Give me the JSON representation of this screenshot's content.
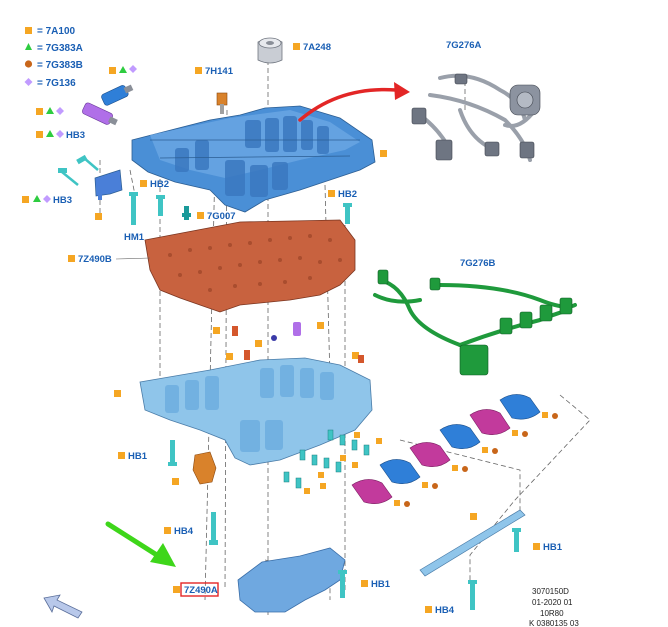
{
  "legend": [
    {
      "symbol": "square",
      "color": "#f5a623",
      "text": "= 7A100"
    },
    {
      "symbol": "triangle",
      "color": "#2ecc40",
      "text": "= 7G383A"
    },
    {
      "symbol": "circle",
      "color": "#c8661a",
      "text": "= 7G383B"
    },
    {
      "symbol": "diamond",
      "color": "#c19bff",
      "text": "= 7G136"
    }
  ],
  "labels": {
    "a248": "7A248",
    "h141": "7H141",
    "g276a": "7G276A",
    "hb3_top": "HB3",
    "hb3_bot": "HB3",
    "hb2_left": "HB2",
    "hb2_right": "HB2",
    "hm1": "HM1",
    "g007": "7G007",
    "z490b": "7Z490B",
    "g276b": "7G276B",
    "hb1_left": "HB1",
    "hb4_left": "HB4",
    "z490a": "7Z490A",
    "hb1_bottom": "HB1",
    "hb1_right": "HB1",
    "hb4_right": "HB4"
  },
  "info": {
    "line1": "3070150D",
    "line2": "01-2020 01",
    "line3": "10R80",
    "line4": "K 0380135 03"
  },
  "colors": {
    "valve_body": "#4a8fd6",
    "separator_plate": "#c8623f",
    "lower_body": "#8fc5ea",
    "harness_green": "#1f9a3c",
    "harness_gray": "#9aa0aa",
    "solenoid_blue": "#2f7fd8",
    "solenoid_magenta": "#c23a9c",
    "arrow_red": "#e32626",
    "arrow_green": "#3ed61a",
    "label_blue": "#1a5fb4"
  },
  "icons": {
    "nav_arrow": "navigation-arrow-icon"
  }
}
